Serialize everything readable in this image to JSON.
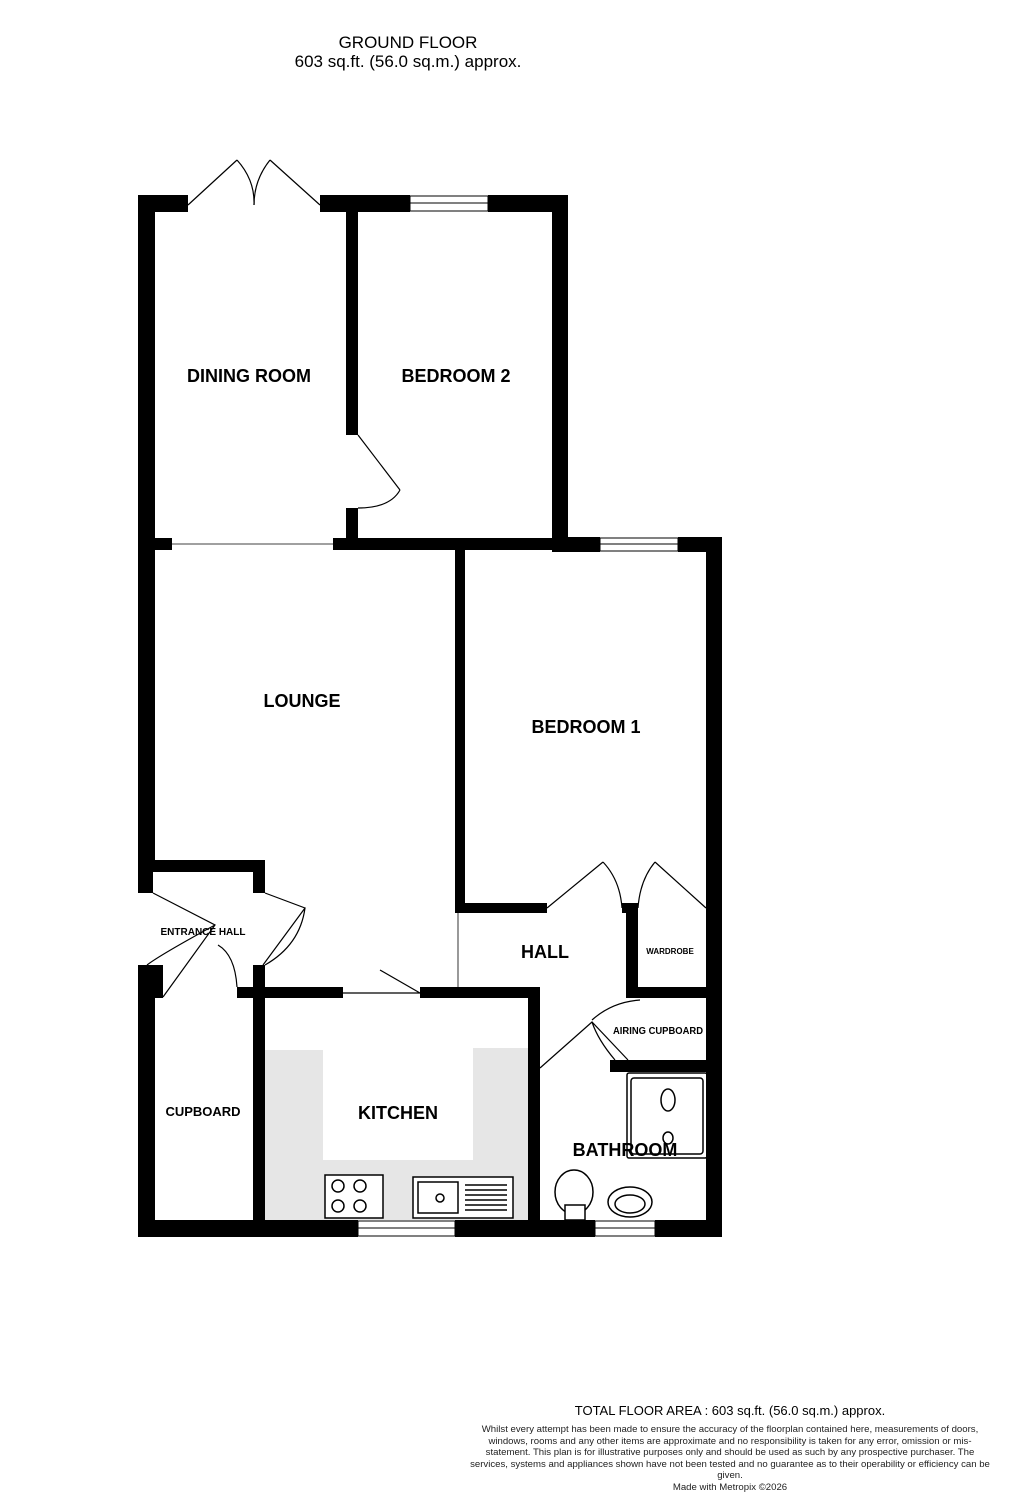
{
  "header": {
    "floor_name": "GROUND FLOOR",
    "floor_area": "603 sq.ft. (56.0 sq.m.) approx."
  },
  "rooms": {
    "dining_room": "DINING ROOM",
    "bedroom_2": "BEDROOM 2",
    "lounge": "LOUNGE",
    "bedroom_1": "BEDROOM 1",
    "entrance_hall": "ENTRANCE HALL",
    "hall": "HALL",
    "wardrobe": "WARDROBE",
    "airing_cupboard": "AIRING CUPBOARD",
    "cupboard": "CUPBOARD",
    "kitchen": "KITCHEN",
    "bathroom": "BATHROOM"
  },
  "colors": {
    "wall": "#000000",
    "counter": "#e6e6e6"
  },
  "footer": {
    "total_area": "TOTAL FLOOR AREA : 603 sq.ft. (56.0 sq.m.) approx.",
    "disclaimer": "Whilst every attempt has been made to ensure the accuracy of the floorplan contained here, measurements of doors, windows, rooms and any other items are approximate and no responsibility is taken for any error, omission or mis-statement. This plan is for illustrative purposes only and should be used as such by any prospective purchaser. The services, systems and appliances shown have not been tested and no guarantee as to their operability or efficiency can be given.",
    "credit": "Made with Metropix ©2026"
  }
}
